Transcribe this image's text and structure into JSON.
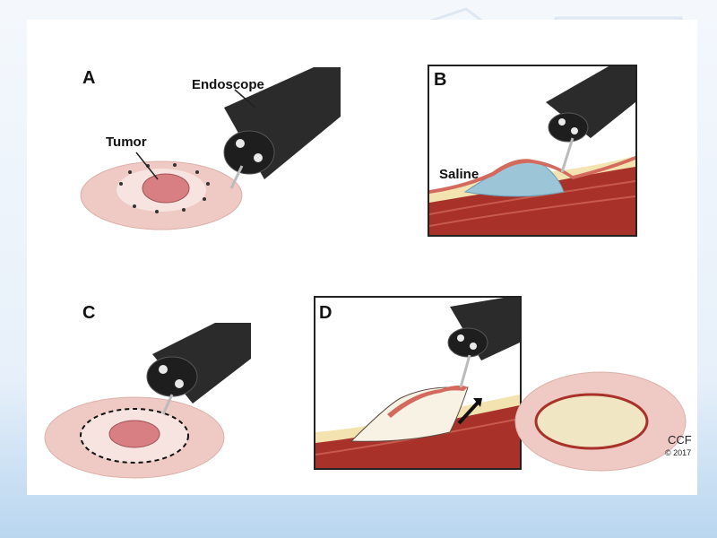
{
  "panels": {
    "a": {
      "letter": "A",
      "endoscope_label": "Endoscope",
      "tumor_label": "Tumor"
    },
    "b": {
      "letter": "B",
      "saline_label": "Saline"
    },
    "c": {
      "letter": "C"
    },
    "d": {
      "letter": "D"
    }
  },
  "credit": {
    "mark": "CCF",
    "copyright": "© 2017"
  },
  "colors": {
    "tissue": "#efc9c3",
    "tumor": "#d77f83",
    "muscle": "#a8312a",
    "fat": "#f3e3b0",
    "saline": "#9cc6d8",
    "scope_body": "#2b2b2b"
  }
}
